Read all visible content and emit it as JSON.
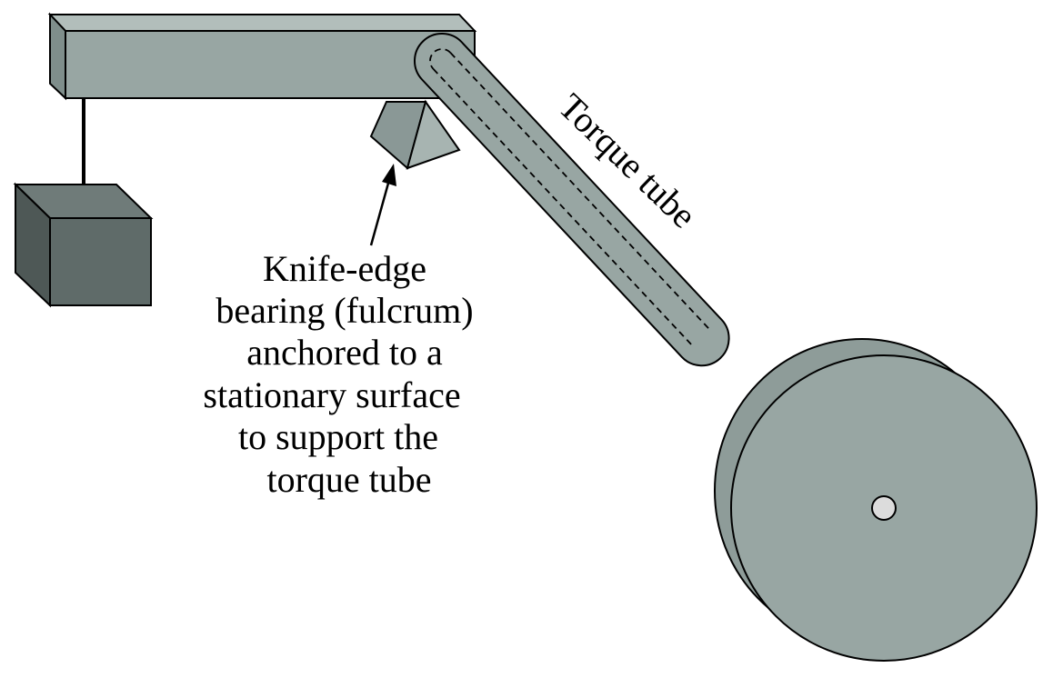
{
  "labels": {
    "torque_tube": "Torque tube",
    "knife_edge_lines": [
      "Knife-edge",
      "bearing (fulcrum)",
      "anchored to a",
      "stationary surface",
      "to support the",
      "torque tube"
    ]
  },
  "colors": {
    "metal": "#98a6a3",
    "metal_dark": "#7f8e8b",
    "weight_front": "#5f6b69",
    "weight_top": "#6f7b79",
    "weight_side": "#4e5856",
    "hub": "#dcdcdc",
    "outline": "#000000"
  }
}
